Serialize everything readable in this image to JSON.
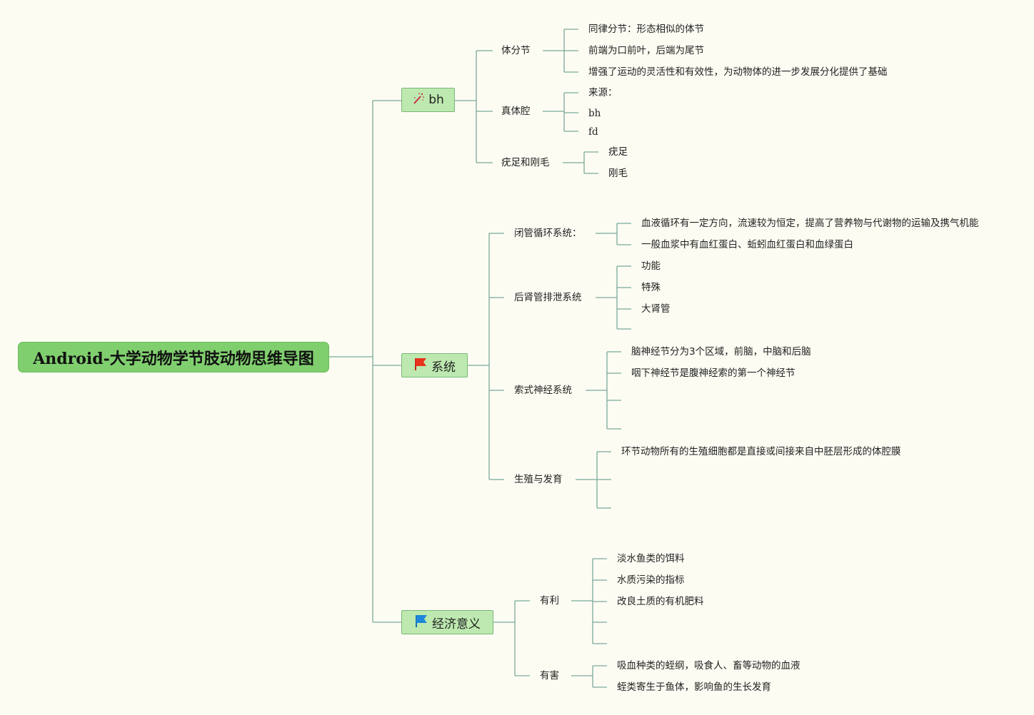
{
  "root": {
    "title": "Android-大学动物学节肢动物思维导图"
  },
  "branches": {
    "bh": {
      "label": "bh",
      "icon": "magic-wand-icon",
      "children": {
        "tifenjie": {
          "label": "体分节",
          "items": [
            "同律分节：形态相似的体节",
            "前端为口前叶，后端为尾节",
            "增强了运动的灵活性和有效性，为动物体的进一步发展分化提供了基础"
          ]
        },
        "zhentiqiang": {
          "label": "真体腔",
          "items": [
            "来源：",
            "bh",
            "fd"
          ]
        },
        "jizu": {
          "label": "疣足和刚毛",
          "items": [
            "疣足",
            "刚毛"
          ]
        }
      }
    },
    "xitong": {
      "label": "系统",
      "icon": "red-flag-icon",
      "children": {
        "xunhuan": {
          "label": "闭管循环系统：",
          "items": [
            "血液循环有一定方向，流速较为恒定，提高了营养物与代谢物的运输及携气机能",
            "一般血浆中有血红蛋白、蚯蚓血红蛋白和血绿蛋白"
          ]
        },
        "paixie": {
          "label": "后肾管排泄系统",
          "items": [
            "功能",
            "特殊",
            "大肾管",
            ""
          ]
        },
        "shenjing": {
          "label": "索式神经系统",
          "items": [
            "脑神经节分为3个区域，前脑，中脑和后脑",
            "咽下神经节是腹神经索的第一个神经节",
            "",
            ""
          ]
        },
        "shengzhi": {
          "label": "生殖与发育",
          "items": [
            "环节动物所有的生殖细胞都是直接或间接来自中胚层形成的体腔膜",
            "",
            ""
          ]
        }
      }
    },
    "jingji": {
      "label": "经济意义",
      "icon": "blue-flag-icon",
      "children": {
        "youli": {
          "label": "有利",
          "items": [
            "淡水鱼类的饵料",
            "水质污染的指标",
            "改良土质的有机肥料",
            "",
            ""
          ]
        },
        "youhai": {
          "label": "有害",
          "items": [
            "吸血种类的蛭纲，吸食人、畜等动物的血液",
            "蛭类寄生于鱼体，影响鱼的生长发育"
          ]
        }
      }
    }
  },
  "colors": {
    "background": "#fdfcf3",
    "connector": "#7aa89a",
    "root_fill": "#80cf6e",
    "branch_fill": "#bde9b0",
    "red_flag": "#e8321c",
    "blue_flag": "#1f86d9"
  }
}
